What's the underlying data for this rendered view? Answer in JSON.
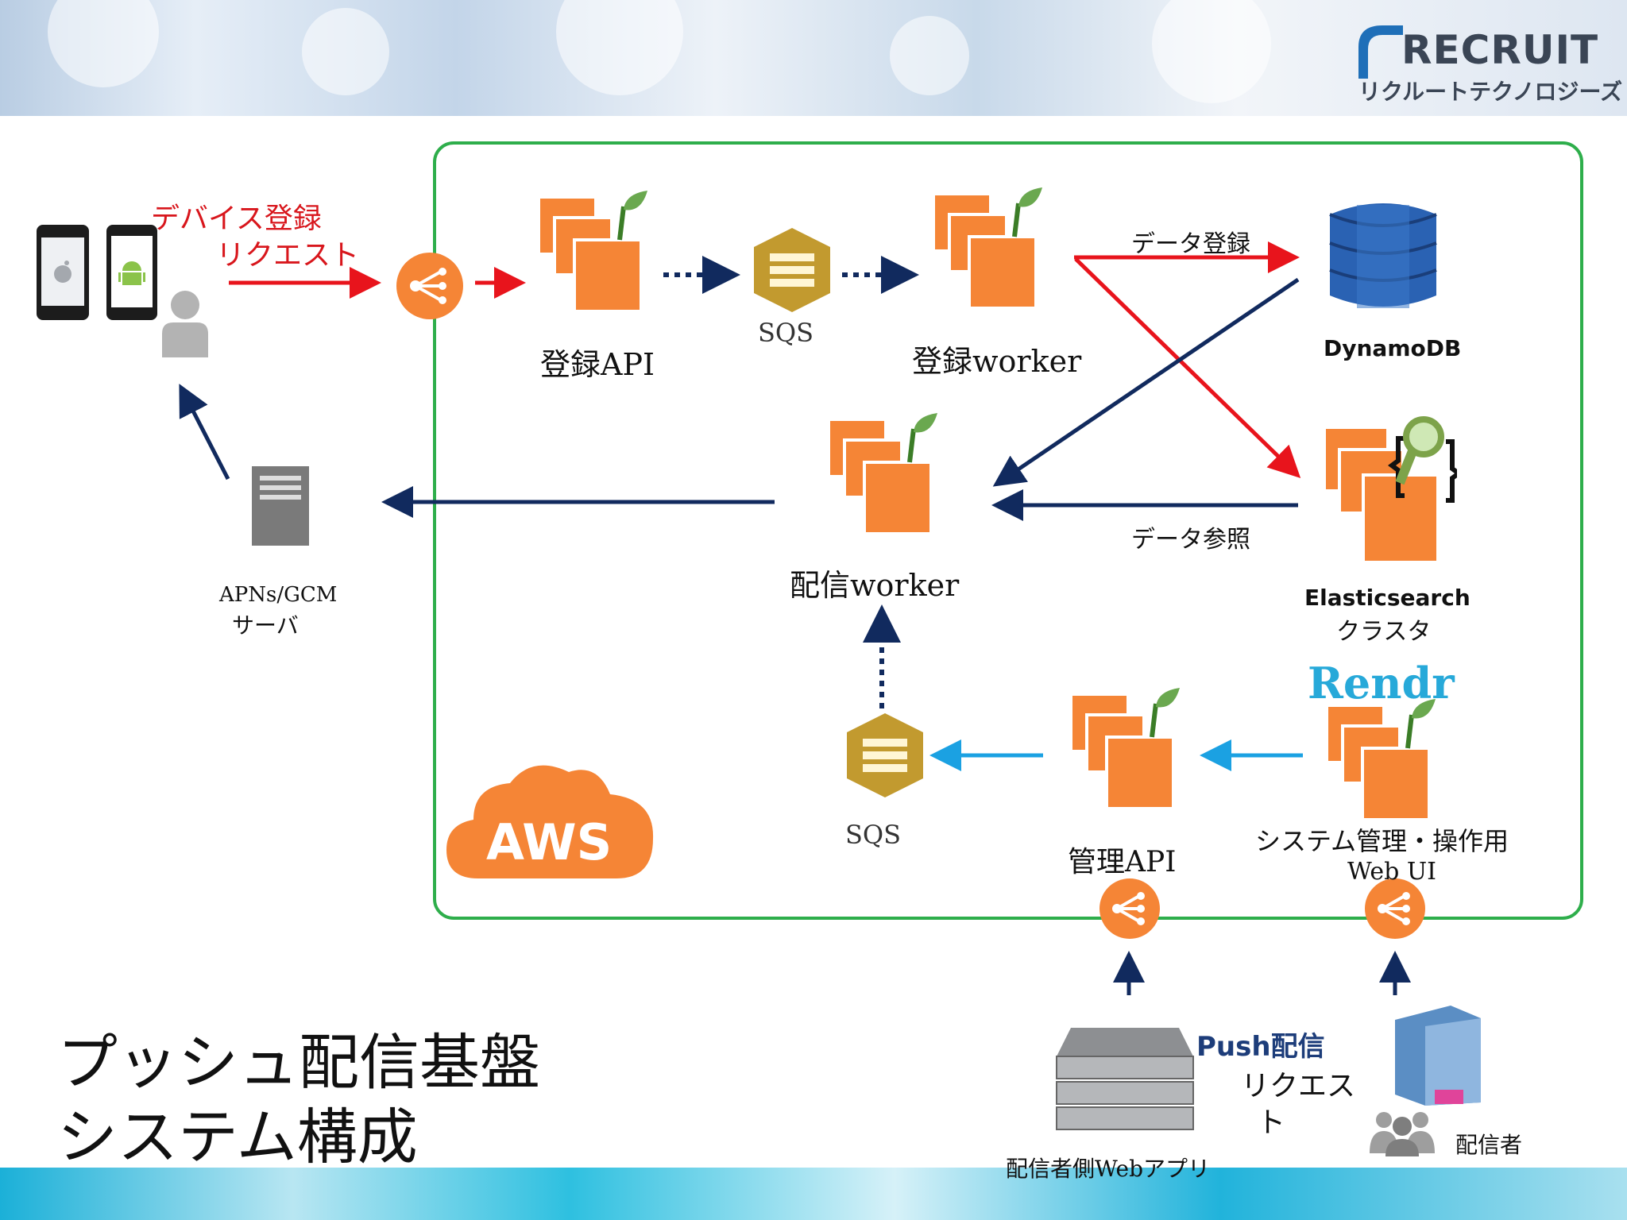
{
  "branding": {
    "logo_text": "RECRUIT",
    "logo_subtext": "リクルートテクノロジーズ"
  },
  "title": {
    "line1": "プッシュ配信基盤",
    "line2": "システム構成"
  },
  "aws_label": "AWS",
  "clients": {
    "request_label_line1": "デバイス登録",
    "request_label_line2": "リクエスト"
  },
  "nodes": {
    "register_api": "登録API",
    "sqs_top": "SQS",
    "register_worker": "登録worker",
    "dynamodb": "DynamoDB",
    "elasticsearch": "Elasticsearch",
    "elasticsearch_sub": "クラスタ",
    "delivery_worker": "配信worker",
    "apns_line1": "APNs/GCM",
    "apns_line2": "サーバ",
    "sqs_bottom": "SQS",
    "admin_api": "管理API",
    "rendr_logo": "Rendr",
    "web_ui_line1": "システム管理・操作用",
    "web_ui_line2": "Web UI",
    "sender_web_app": "配信者側Webアプリ",
    "sender": "配信者"
  },
  "edges": {
    "data_register": "データ登録",
    "data_reference": "データ参照",
    "push_request_line1": "Push配信",
    "push_request_line2": "リクエス",
    "push_request_line3": "ト"
  },
  "colors": {
    "register_flow": "#e8141c",
    "delivery_flow": "#112a5e",
    "admin_flow": "#1ba1e2",
    "aws_border": "#2eae4b",
    "aws_orange": "#f58536",
    "rendr_blue": "#27a9d9"
  }
}
